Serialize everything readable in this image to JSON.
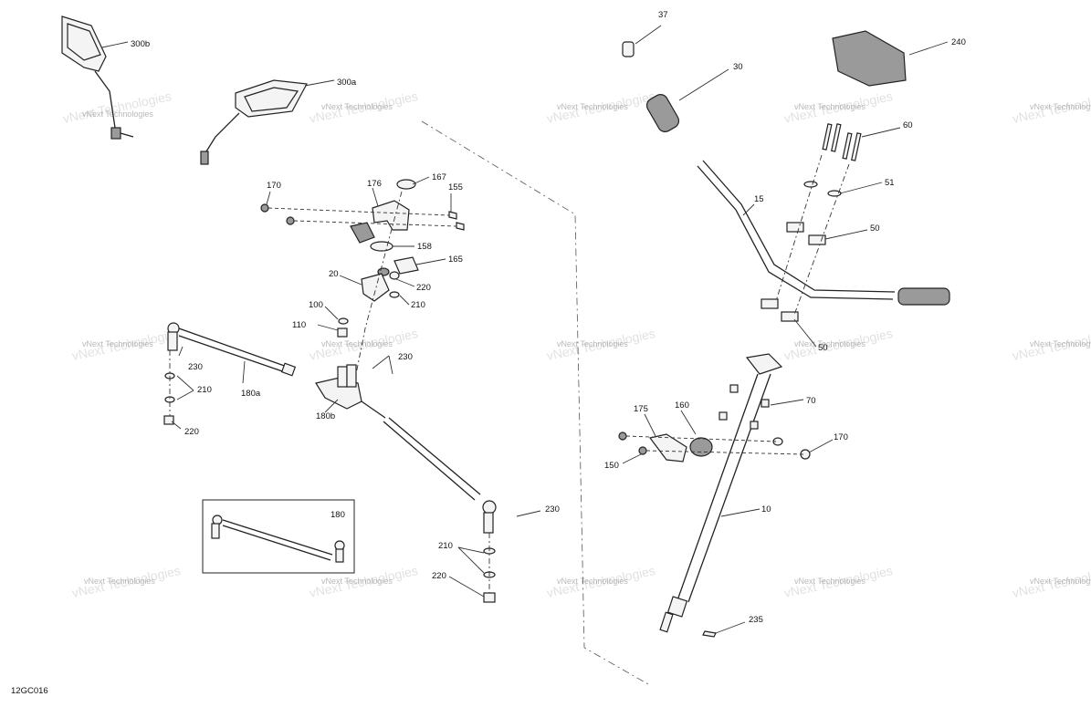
{
  "drawing_ref": "12GC016",
  "watermark": "vNext Technologies",
  "callouts": {
    "c300b": "300b",
    "c300a": "300a",
    "c170a": "170",
    "c176": "176",
    "c167": "167",
    "c155": "155",
    "c158": "158",
    "c165": "165",
    "c220a": "220",
    "c20": "20",
    "c210a": "210",
    "c100": "100",
    "c110": "110",
    "c230a": "230",
    "c230b": "230",
    "c180a": "180a",
    "c210b": "210",
    "c180b": "180b",
    "c220b": "220",
    "c180": "180",
    "c230c": "230",
    "c210c": "210",
    "c220c": "220",
    "c37": "37",
    "c30": "30",
    "c240": "240",
    "c60": "60",
    "c51": "51",
    "c15": "15",
    "c50a": "50",
    "c50b": "50",
    "c70": "70",
    "c175": "175",
    "c160": "160",
    "c170b": "170",
    "c150": "150",
    "c10": "10",
    "c235": "235"
  }
}
